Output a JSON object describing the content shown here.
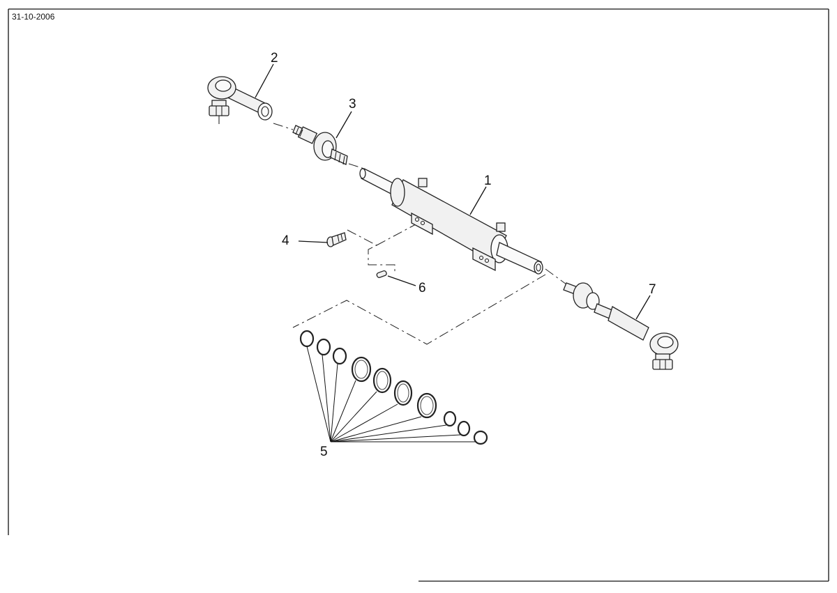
{
  "sheet": {
    "date": "31-10-2006"
  },
  "callouts": {
    "c1": "1",
    "c2": "2",
    "c3": "3",
    "c4": "4",
    "c5": "5",
    "c6": "6",
    "c7": "7"
  }
}
